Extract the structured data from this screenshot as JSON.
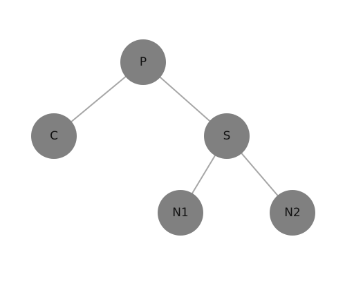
{
  "tree": {
    "nodes": [
      {
        "id": "P",
        "label": "P"
      },
      {
        "id": "C",
        "label": "C"
      },
      {
        "id": "S",
        "label": "S"
      },
      {
        "id": "N1",
        "label": "N1"
      },
      {
        "id": "N2",
        "label": "N2"
      }
    ],
    "edges": [
      {
        "from": "P",
        "to": "C"
      },
      {
        "from": "P",
        "to": "S"
      },
      {
        "from": "S",
        "to": "N1"
      },
      {
        "from": "S",
        "to": "N2"
      }
    ],
    "colors": {
      "node_fill": "#808080",
      "edge_stroke": "#a6a6a6",
      "label": "#111111",
      "background": "#ffffff"
    }
  }
}
